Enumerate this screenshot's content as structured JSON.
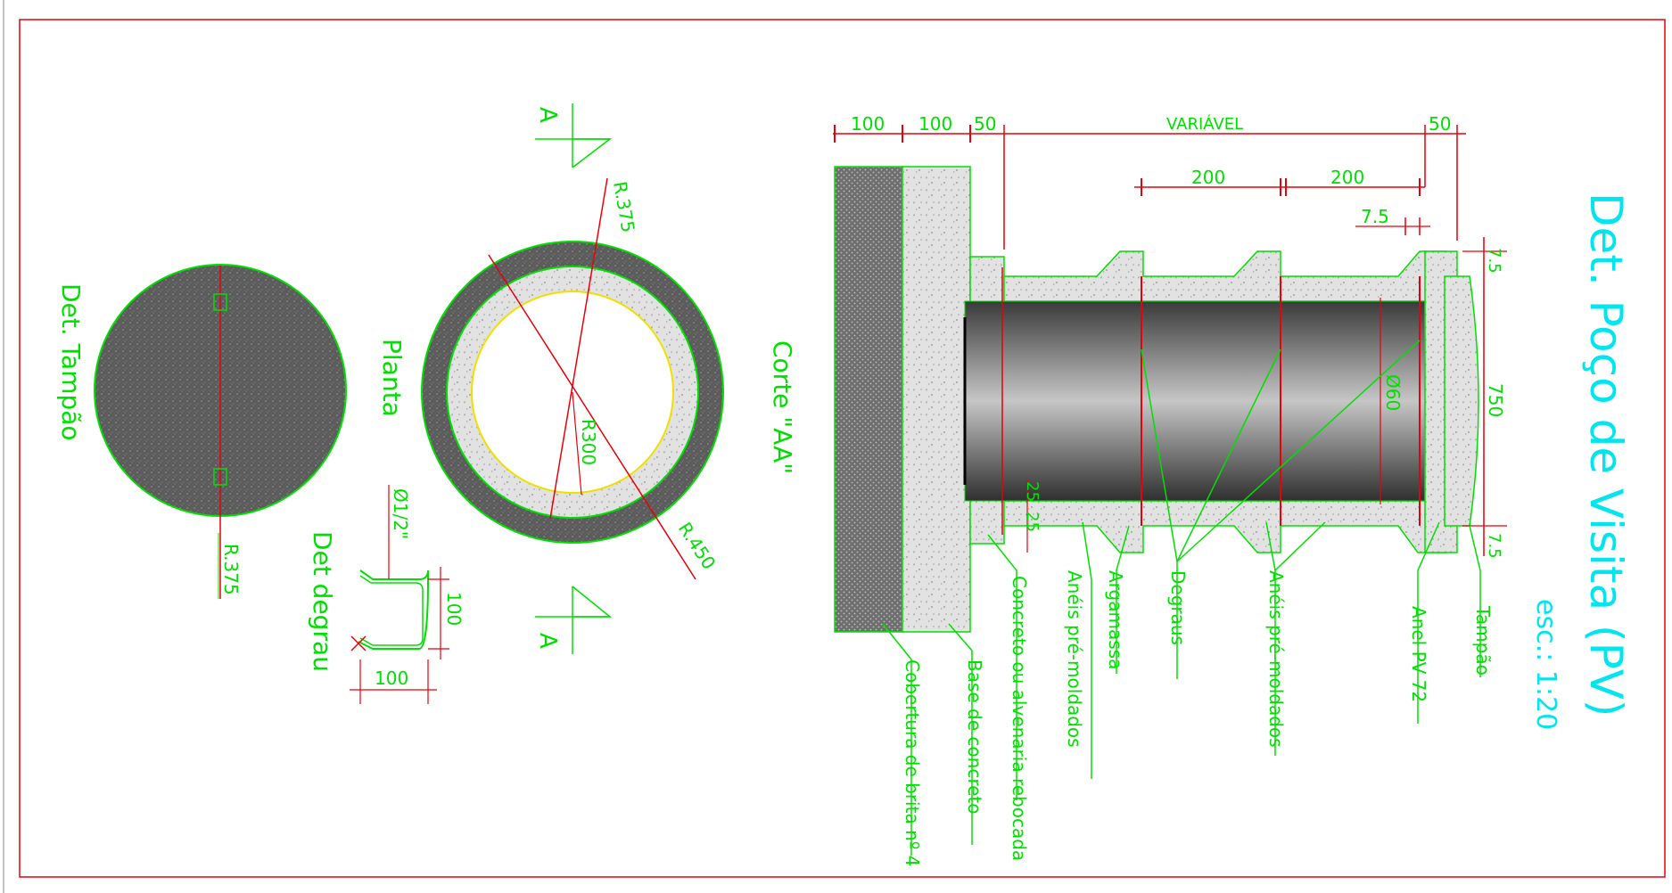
{
  "title": "Det. Poço de Visita (PV)",
  "scale": "esc.: 1:20",
  "views": {
    "tampao": "Det. Tampão",
    "planta": "Planta",
    "corte": "Corte \"AA\"",
    "degrau": "Det degrau"
  },
  "section_marks": [
    "A",
    "A"
  ],
  "dimensions": {
    "top": [
      "100",
      "100",
      "50",
      "VARIÁVEL",
      "50"
    ],
    "inner": [
      "200",
      "200"
    ],
    "small": "7.5",
    "right": [
      "7.5",
      "750",
      "7.5"
    ],
    "diameter": "Ø60",
    "bottom_small": [
      "25",
      "25"
    ],
    "radii_tampao": "R.375",
    "radii_planta": [
      "R.375",
      "R300",
      "R.450"
    ],
    "degrau": [
      "Ø1/2\"",
      "100",
      "100"
    ]
  },
  "labels": [
    "Cobertura de brita nº 4",
    "Base de concreto",
    "Concreto ou alvenaria rebocada",
    "Anéis pré-moldados",
    "Argamassa",
    "Degraus",
    "Anéis pré-moldados",
    "Anel PV 72",
    "Tampão"
  ],
  "colors": {
    "frame": "#e8000b",
    "dim": "#e8000b",
    "outline": "#00e000",
    "label": "#00e000",
    "title": "#00e5ee",
    "inner_circle": "#f0e000"
  }
}
